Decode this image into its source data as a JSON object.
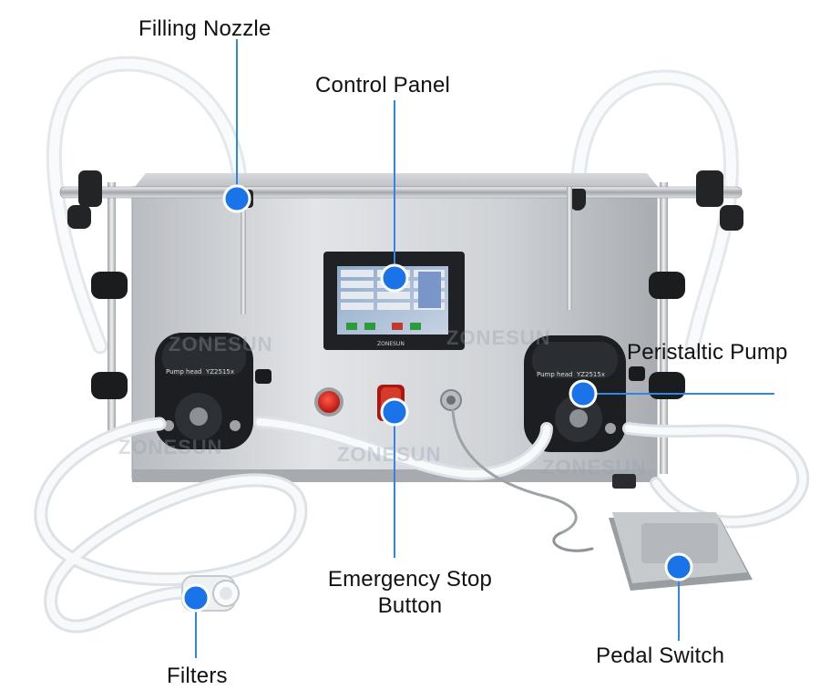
{
  "callouts": {
    "filling_nozzle": "Filling Nozzle",
    "control_panel": "Control Panel",
    "peristaltic_pump": "Peristaltic Pump",
    "emergency_stop_line1": "Emergency Stop",
    "emergency_stop_line2": "Button",
    "filters": "Filters",
    "pedal_switch": "Pedal Switch"
  },
  "watermark": "ZONESUN",
  "machine": {
    "panel_brand": "Zonesun",
    "pump_head_label": "Pump head",
    "pump_model": "YZ2515x"
  },
  "colors": {
    "marker_blue": "#1a73e8",
    "leader_line": "#2f86e6",
    "stainless": "#c9ccd0",
    "pump_black": "#1d1f22",
    "tube": "#eef1f4"
  }
}
